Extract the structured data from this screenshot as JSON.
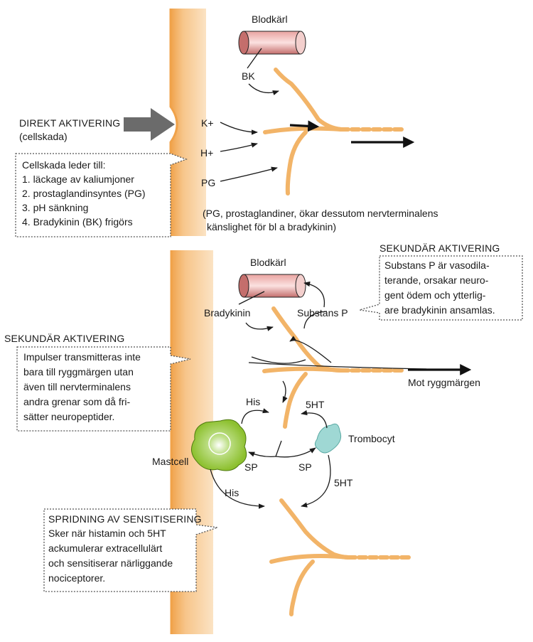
{
  "panel1": {
    "blood_vessel_label": "Blodkärl",
    "bk_label": "BK",
    "k_label": "K+",
    "h_label": "H+",
    "pg_label": "PG",
    "direct_title": "DIREKT AKTIVERING",
    "direct_subtitle": "(cellskada)",
    "damage_box": {
      "heading": "Cellskada leder till:",
      "items": [
        "1. läckage av kaliumjoner",
        "2. prostaglandinsyntes (PG)",
        "3. pH sänkning",
        "4. Bradykinin (BK) frigörs"
      ]
    },
    "pg_note_line1": "(PG, prostaglandiner, ökar dessutom nervterminalens",
    "pg_note_line2": "känslighet för bl a bradykinin)"
  },
  "panel2": {
    "blood_vessel_label": "Blodkärl",
    "bradykinin_label": "Bradykinin",
    "substance_p_label": "Substans P",
    "secondary_right": {
      "title": "SEKUNDÄR AKTIVERING",
      "lines": [
        "Substans P är vasodila-",
        "terande, orsakar neuro-",
        "gent ödem och ytterlig-",
        "are bradykinin ansamlas."
      ]
    },
    "secondary_left": {
      "title": "SEKUNDÄR AKTIVERING",
      "lines": [
        "Impulser transmitteras inte",
        "bara till ryggmärgen utan",
        "även till nervterminalens",
        "andra grenar som då fri-",
        "sätter neuropeptider."
      ]
    },
    "spinal_label": "Mot ryggmärgen",
    "his_top": "His",
    "his_bottom": "His",
    "ht_top": "5HT",
    "ht_bottom": "5HT",
    "sp_left": "SP",
    "sp_right": "SP",
    "mastcell_label": "Mastcell",
    "trombocyt_label": "Trombocyt",
    "spread": {
      "title": "SPRIDNING AV SENSITISERING",
      "lines": [
        "Sker när histamin och 5HT",
        "ackumulerar extracellulärt",
        "och sensitiserar närliggande",
        "nociceptorer."
      ]
    }
  },
  "colors": {
    "tissue": "#f7c990",
    "tissue_edge": "#f0a24a",
    "nerve": "#f2b468",
    "mastcell": "#9cc93a",
    "trombocyt": "#9fd8d4",
    "vessel": "#d97b7b"
  }
}
